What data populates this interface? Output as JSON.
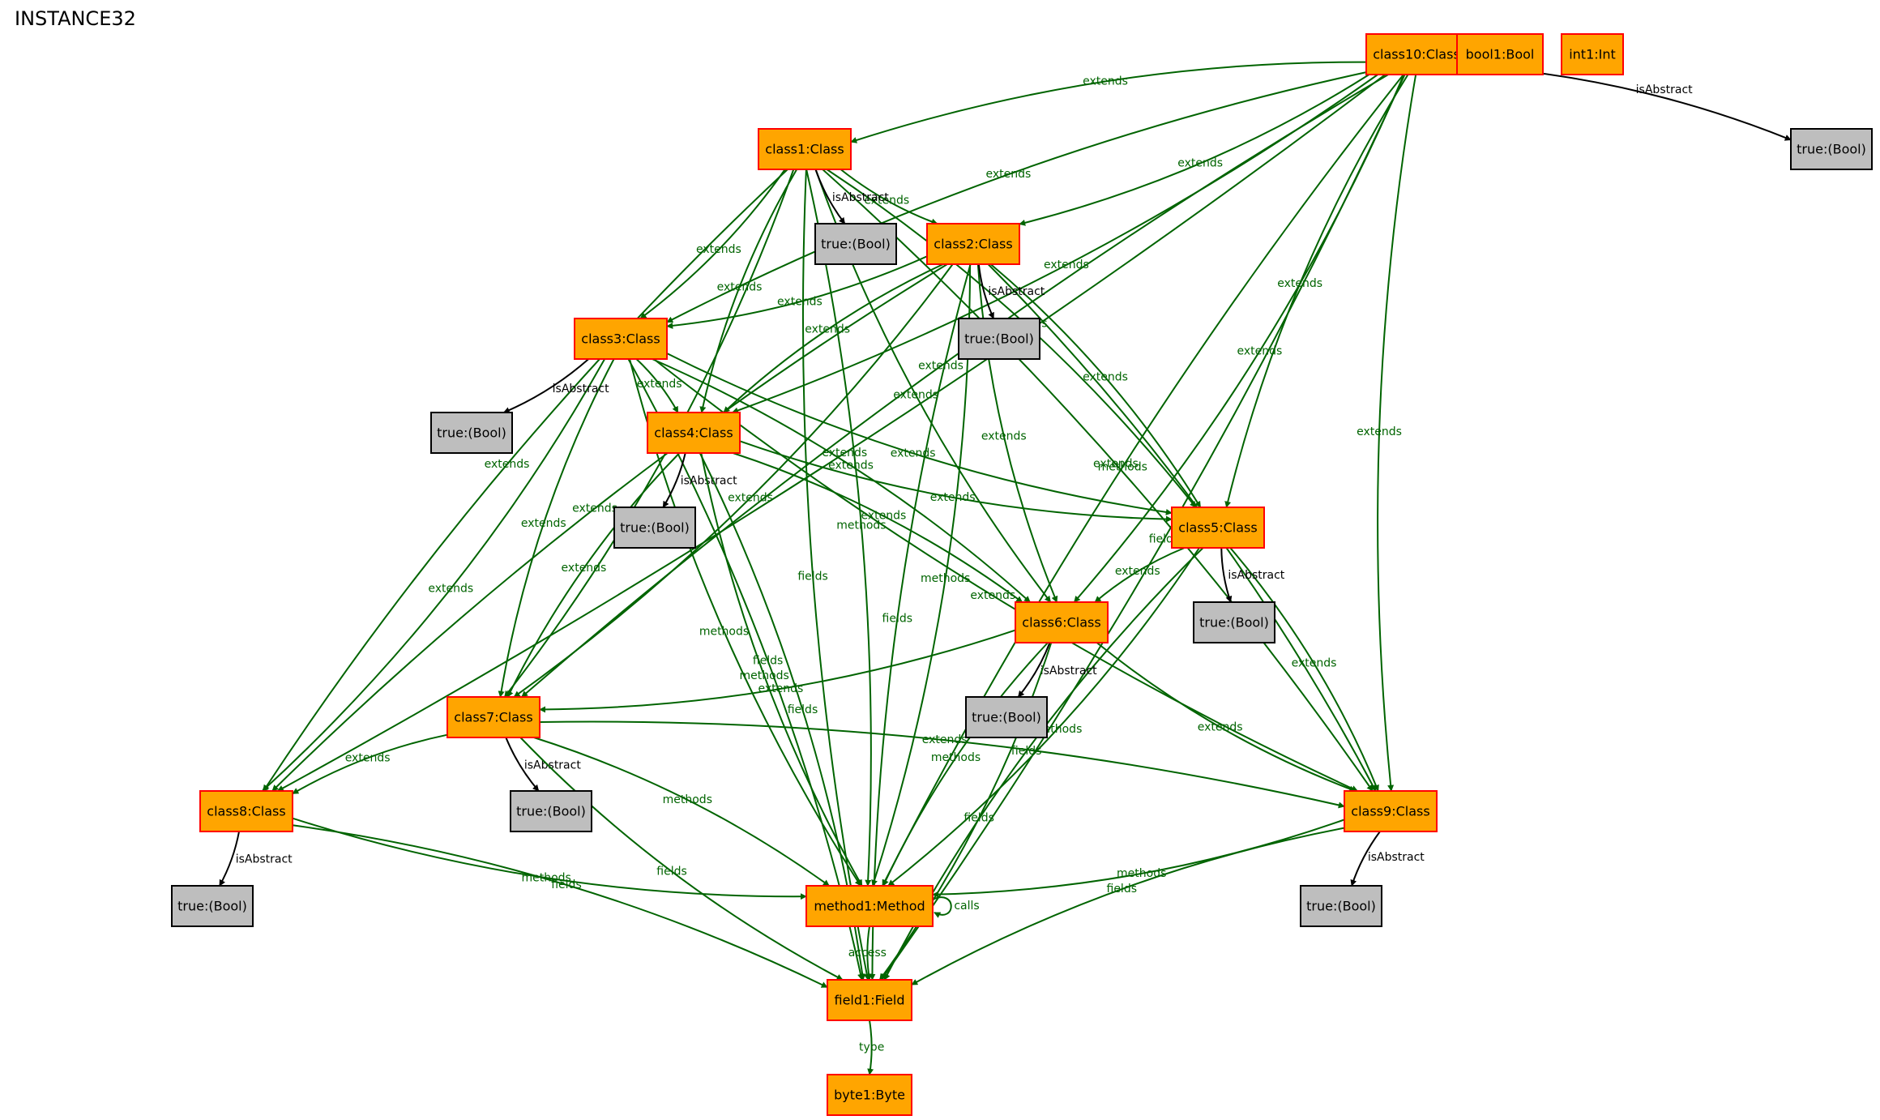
{
  "title": "INSTANCE32",
  "colors": {
    "class_fill": "#ffa500",
    "class_border": "#ff0000",
    "bool_fill": "#bebebe",
    "bool_border": "#000000",
    "green_edge": "#006400",
    "black_edge": "#000000"
  },
  "nodes": [
    {
      "id": "class10",
      "label": "class10:Class",
      "kind": "object"
    },
    {
      "id": "bool1",
      "label": "bool1:Bool",
      "kind": "object"
    },
    {
      "id": "int1",
      "label": "int1:Int",
      "kind": "object"
    },
    {
      "id": "t10",
      "label": "true:(Bool)",
      "kind": "value"
    },
    {
      "id": "class1",
      "label": "class1:Class",
      "kind": "object"
    },
    {
      "id": "t1",
      "label": "true:(Bool)",
      "kind": "value"
    },
    {
      "id": "class2",
      "label": "class2:Class",
      "kind": "object"
    },
    {
      "id": "t2",
      "label": "true:(Bool)",
      "kind": "value"
    },
    {
      "id": "class3",
      "label": "class3:Class",
      "kind": "object"
    },
    {
      "id": "t3",
      "label": "true:(Bool)",
      "kind": "value"
    },
    {
      "id": "class4",
      "label": "class4:Class",
      "kind": "object"
    },
    {
      "id": "t4",
      "label": "true:(Bool)",
      "kind": "value"
    },
    {
      "id": "class5",
      "label": "class5:Class",
      "kind": "object"
    },
    {
      "id": "t5",
      "label": "true:(Bool)",
      "kind": "value"
    },
    {
      "id": "class6",
      "label": "class6:Class",
      "kind": "object"
    },
    {
      "id": "t6",
      "label": "true:(Bool)",
      "kind": "value"
    },
    {
      "id": "class7",
      "label": "class7:Class",
      "kind": "object"
    },
    {
      "id": "t7",
      "label": "true:(Bool)",
      "kind": "value"
    },
    {
      "id": "class8",
      "label": "class8:Class",
      "kind": "object"
    },
    {
      "id": "t8",
      "label": "true:(Bool)",
      "kind": "value"
    },
    {
      "id": "class9",
      "label": "class9:Class",
      "kind": "object"
    },
    {
      "id": "t9",
      "label": "true:(Bool)",
      "kind": "value"
    },
    {
      "id": "method1",
      "label": "method1:Method",
      "kind": "object"
    },
    {
      "id": "field1",
      "label": "field1:Field",
      "kind": "object"
    },
    {
      "id": "byte1",
      "label": "byte1:Byte",
      "kind": "object"
    }
  ],
  "edges": [
    {
      "from": "class10",
      "to": "class1",
      "label": "extends"
    },
    {
      "from": "class10",
      "to": "class2",
      "label": "extends"
    },
    {
      "from": "class10",
      "to": "class3",
      "label": "extends"
    },
    {
      "from": "class10",
      "to": "class4",
      "label": "extends"
    },
    {
      "from": "class10",
      "to": "class5",
      "label": "extends"
    },
    {
      "from": "class10",
      "to": "class6",
      "label": "extends"
    },
    {
      "from": "class10",
      "to": "class7",
      "label": "extends"
    },
    {
      "from": "class10",
      "to": "class8",
      "label": "extends"
    },
    {
      "from": "class10",
      "to": "class9",
      "label": "extends"
    },
    {
      "from": "class10",
      "to": "t10",
      "label": "isAbstract"
    },
    {
      "from": "class10",
      "to": "method1",
      "label": "methods"
    },
    {
      "from": "class10",
      "to": "field1",
      "label": "fields"
    },
    {
      "from": "class1",
      "to": "class2",
      "label": "extends"
    },
    {
      "from": "class1",
      "to": "class3",
      "label": "extends"
    },
    {
      "from": "class1",
      "to": "class4",
      "label": "extends"
    },
    {
      "from": "class1",
      "to": "class5",
      "label": "extends"
    },
    {
      "from": "class1",
      "to": "class6",
      "label": "extends"
    },
    {
      "from": "class1",
      "to": "class7",
      "label": "extends"
    },
    {
      "from": "class1",
      "to": "class8",
      "label": "extends"
    },
    {
      "from": "class1",
      "to": "class9",
      "label": "extends"
    },
    {
      "from": "class1",
      "to": "t1",
      "label": "isAbstract"
    },
    {
      "from": "class1",
      "to": "method1",
      "label": "methods"
    },
    {
      "from": "class1",
      "to": "field1",
      "label": "fields"
    },
    {
      "from": "class2",
      "to": "class3",
      "label": "extends"
    },
    {
      "from": "class2",
      "to": "class4",
      "label": "extends"
    },
    {
      "from": "class2",
      "to": "class5",
      "label": "extends"
    },
    {
      "from": "class2",
      "to": "class6",
      "label": "extends"
    },
    {
      "from": "class2",
      "to": "class7",
      "label": "extends"
    },
    {
      "from": "class2",
      "to": "class8",
      "label": "extends"
    },
    {
      "from": "class2",
      "to": "class9",
      "label": "extends"
    },
    {
      "from": "class2",
      "to": "t2",
      "label": "isAbstract"
    },
    {
      "from": "class2",
      "to": "method1",
      "label": "methods"
    },
    {
      "from": "class2",
      "to": "field1",
      "label": "fields"
    },
    {
      "from": "class3",
      "to": "class4",
      "label": "extends"
    },
    {
      "from": "class3",
      "to": "class5",
      "label": "extends"
    },
    {
      "from": "class3",
      "to": "class6",
      "label": "extends"
    },
    {
      "from": "class3",
      "to": "class7",
      "label": "extends"
    },
    {
      "from": "class3",
      "to": "class8",
      "label": "extends"
    },
    {
      "from": "class3",
      "to": "class9",
      "label": "extends"
    },
    {
      "from": "class3",
      "to": "t3",
      "label": "isAbstract"
    },
    {
      "from": "class3",
      "to": "method1",
      "label": "methods"
    },
    {
      "from": "class3",
      "to": "field1",
      "label": "fields"
    },
    {
      "from": "class4",
      "to": "class5",
      "label": "extends"
    },
    {
      "from": "class4",
      "to": "class6",
      "label": "extends"
    },
    {
      "from": "class4",
      "to": "class7",
      "label": "extends"
    },
    {
      "from": "class4",
      "to": "t4",
      "label": "isAbstract"
    },
    {
      "from": "class4",
      "to": "method1",
      "label": "methods"
    },
    {
      "from": "class4",
      "to": "field1",
      "label": "fields"
    },
    {
      "from": "class5",
      "to": "class6",
      "label": "extends"
    },
    {
      "from": "class5",
      "to": "class9",
      "label": "extends"
    },
    {
      "from": "class5",
      "to": "t5",
      "label": "isAbstract"
    },
    {
      "from": "class5",
      "to": "method1",
      "label": "methods"
    },
    {
      "from": "class5",
      "to": "field1",
      "label": "fields"
    },
    {
      "from": "class6",
      "to": "class7",
      "label": "extends"
    },
    {
      "from": "class6",
      "to": "class9",
      "label": "extends"
    },
    {
      "from": "class6",
      "to": "t6",
      "label": "isAbstract"
    },
    {
      "from": "class6",
      "to": "method1",
      "label": "methods"
    },
    {
      "from": "class6",
      "to": "field1",
      "label": "fields"
    },
    {
      "from": "class7",
      "to": "class8",
      "label": "extends"
    },
    {
      "from": "class7",
      "to": "class9",
      "label": "extends"
    },
    {
      "from": "class7",
      "to": "t7",
      "label": "isAbstract"
    },
    {
      "from": "class7",
      "to": "method1",
      "label": "methods"
    },
    {
      "from": "class7",
      "to": "field1",
      "label": "fields"
    },
    {
      "from": "class8",
      "to": "t8",
      "label": "isAbstract"
    },
    {
      "from": "class8",
      "to": "method1",
      "label": "methods"
    },
    {
      "from": "class8",
      "to": "field1",
      "label": "fields"
    },
    {
      "from": "class9",
      "to": "t9",
      "label": "isAbstract"
    },
    {
      "from": "class9",
      "to": "method1",
      "label": "methods"
    },
    {
      "from": "class9",
      "to": "field1",
      "label": "fields"
    },
    {
      "from": "method1",
      "to": "method1",
      "label": "calls"
    },
    {
      "from": "method1",
      "to": "field1",
      "label": "access"
    },
    {
      "from": "field1",
      "to": "byte1",
      "label": "type"
    }
  ]
}
